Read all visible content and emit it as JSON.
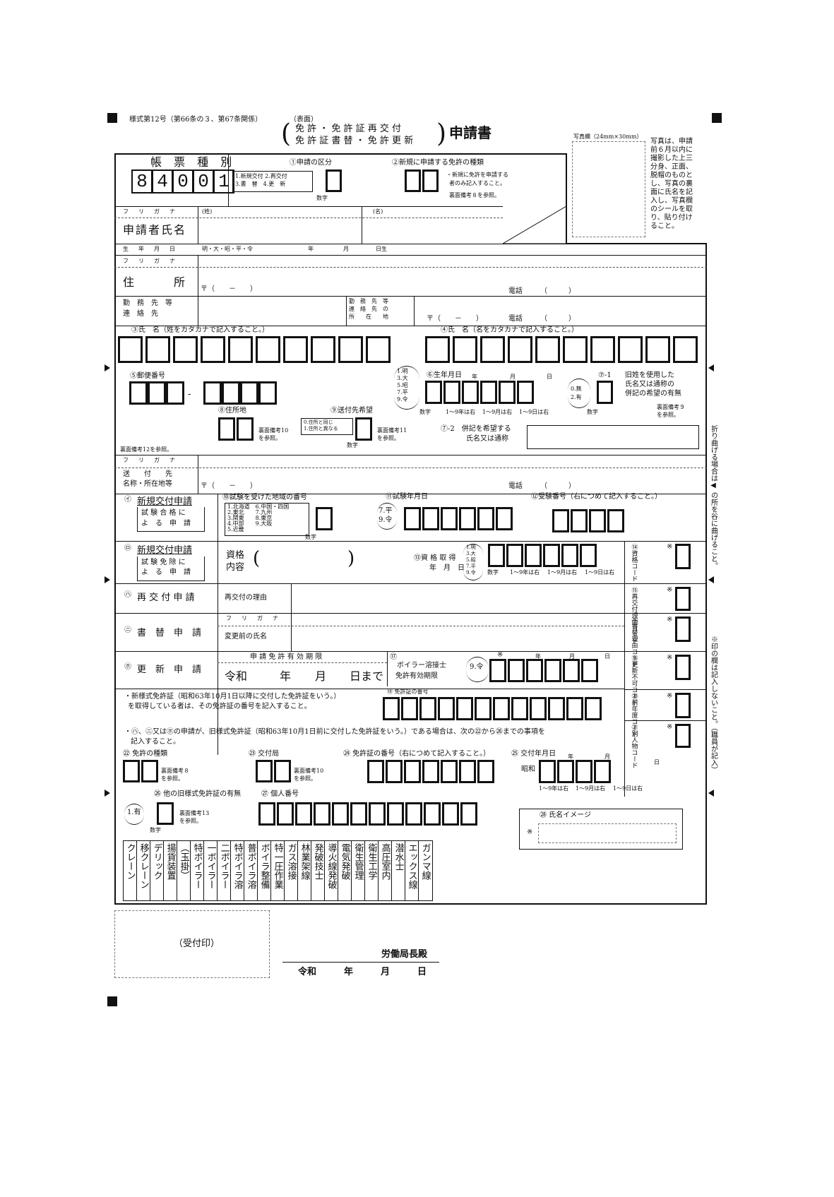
{
  "header": {
    "form_no": "様式第12号（第66条の３、第67条関係）",
    "side": "（表面）",
    "title_line1": "免 許 ・ 免 許 証 再 交 付",
    "title_line2": "免 許 証 書 替 ・ 免 許 更 新",
    "title_suffix": "申請書"
  },
  "photo": {
    "label": "写真欄（24mm×30mm）",
    "note": [
      "写真は、申請",
      "前６月以内に",
      "撮影した上三",
      "分身、正面、",
      "脱帽のものと",
      "し、写真の裏",
      "面に氏名を記",
      "入し、写真欄",
      "のシールを取",
      "り、貼り付け",
      "ること。"
    ]
  },
  "form_type": {
    "label": "帳 票 種 別",
    "digits": [
      "8",
      "4",
      "0",
      "0",
      "1"
    ]
  },
  "section1": {
    "label": "①申請の区分",
    "opt1": "1.新規交付 2.再交付",
    "opt2": "3.書　替　4.更　新",
    "digit_hint": "数字"
  },
  "section2": {
    "label": "②新規に申請する免許の種類",
    "note1": "・新規に免許を申請する",
    "note2": "者のみ記入すること。",
    "note3": "裏面備考８を参照。"
  },
  "name_rows": {
    "furigana": "フ　リ　ガ　ナ",
    "sei": "(姓)",
    "mei": "(名)",
    "applicant": "申請者氏名",
    "birth": "生　年　月　日",
    "birth_era": "明・大・昭・平・令",
    "year": "年",
    "month": "月",
    "day_birth": "日生",
    "address_furigana": "フ　リ　ガ　ナ",
    "address": "住　　　所",
    "postal": "〒（　　－　　）",
    "phone": "電話　　　（　　　）",
    "work1": "勤　務　先　等",
    "work2": "連　絡　先",
    "work_loc1": "勤　務　先　等",
    "work_loc2": "連　絡　先　の",
    "work_loc3": "所　　在　　地",
    "work_postal": "〒（　　－　　）",
    "work_phone": "電話　　　（　　　）"
  },
  "section3": {
    "label3": "③氏　名（姓をカタカナで記入すること。）",
    "label4": "④氏　名（名をカタカナで記入すること。）"
  },
  "section5": {
    "postal_label": "⑤郵便番号",
    "era_options": [
      "1.明",
      "3.大",
      "5.昭",
      "7.平",
      "9.令"
    ],
    "birth_label": "⑥生年月日",
    "ymd": [
      "年",
      "月",
      "日"
    ],
    "range_hints": [
      "1～9年は右",
      "1～9月は右",
      "1～9日は右"
    ],
    "digit_hint": "数字",
    "q71": "⑦-1",
    "q71_options": [
      "0.無",
      "2.有"
    ],
    "q71_text": [
      "旧姓を使用した",
      "氏名又は通称の",
      "併記の希望の有無"
    ],
    "q71_ref": [
      "裏面備考９",
      "を参照。"
    ],
    "residence": "⑧住所地",
    "ref10": [
      "裏面備考10",
      "を参照。"
    ],
    "send": "⑨送付先希望",
    "send_opts": [
      "0.住所と同じ",
      "1.住所と異なる"
    ],
    "ref11": [
      "裏面備考11",
      "を参照。"
    ],
    "q72": "⑦-2　併記を希望する",
    "q72b": "氏名又は通称",
    "ref12": "裏面備考12を参照。"
  },
  "send_to": {
    "furigana": "フ　リ　ガ　ナ",
    "label1": "送　　付　　先",
    "label2": "名称・所在地等",
    "postal": "〒（　　－　　）",
    "phone": "電話　　　（　　　）"
  },
  "new_exam": {
    "circle": "㋑",
    "title": "新規交付申請",
    "sub1": "試 験 合 格 に",
    "sub2": "よ　る　申　請",
    "region_label": "⑩試験を受けた地域の番号",
    "regions": [
      "1.北海道　6.中国・四国",
      "2.東北　　7.九州",
      "3.関東　　8.東京",
      "4.中部　　9.大阪",
      "5.近畿"
    ],
    "exam_date": "⑪試験年月日",
    "era_opts": [
      "7.平",
      "9.令"
    ],
    "exam_no": "⑫受験番号（右につめて記入すること。）"
  },
  "new_exempt": {
    "circle": "㋺",
    "title": "新規交付申請",
    "sub1": "試 験 免 除 に",
    "sub2": "よ　る　申　請",
    "qual1": "資格",
    "qual2": "内容",
    "acq1": "⑬資 格 取 得",
    "acq2": "年　月　日",
    "code": [
      "⑭",
      "資",
      "格",
      "コ",
      "ー",
      "ド"
    ]
  },
  "reissue": {
    "circle": "㋩",
    "title": "再 交 付 申 請",
    "reason": "再交付の理由",
    "code": "⑮再交付理由コード"
  },
  "rewrite": {
    "circle": "㋥",
    "title": "書　替　申　請",
    "furigana": "フ　リ　ガ　ナ",
    "prev_name": "変更前の氏名",
    "code": "⑯書替理由コード"
  },
  "renew": {
    "circle": "㋭",
    "title": "更　新　申　請",
    "validity": "申 請 免 許 有 効 期 限",
    "reiwa": "令和",
    "year": "年",
    "month": "月",
    "until": "日まで",
    "q17": "⑰",
    "welder1": "ボイラー溶接士",
    "welder2": "免許有効期限",
    "era": "9.令",
    "ymd": [
      "年",
      "月",
      "日"
    ],
    "code": "⑱更新不可コード"
  },
  "license_no": {
    "note1": "・新様式免許証（昭和63年10月1日以降に交付した免許証をいう。）",
    "note2": "を取得している者は、その免許証の番号を記入すること。",
    "label": "⑲ 免許証の番号",
    "prev_year": "⑳前年度コード",
    "other": "㉑別人物コード",
    "note3": "・㋩、㋥又は㋭の申請が、旧様式免許証（昭和63年10月1日前に交付した免許証をいう。）である場合は、次の㉒から㉖までの事項を",
    "note4": "記入すること。"
  },
  "old_license": {
    "kind": "㉒ 免許の種類",
    "ref8": [
      "裏面備考８",
      "を参照。"
    ],
    "office": "㉓ 交付局",
    "ref10": [
      "裏面備考10",
      "を参照。"
    ],
    "number": "㉔ 免許証の番号（右につめて記入すること。）",
    "date": "㉕ 交付年月日",
    "showa": "昭和",
    "ymd": [
      "年",
      "月",
      "日"
    ],
    "ranges": [
      "1～9年は右",
      "1～9月は右",
      "1～9日は右"
    ],
    "other": "㉖ 他の旧様式免許証の有無",
    "other_opt": "1.有",
    "ref13": [
      "裏面備考13",
      "を参照。"
    ],
    "digit_hint": "数字",
    "personal": "㉗ 個人番号",
    "name_image": "㉘ 氏名イメージ"
  },
  "license_kinds": [
    "クレーン",
    "移クレーン",
    "デリック",
    "揚貨装置",
    "（玉掛）",
    "特ボイラー",
    "一ボイラー",
    "二ボイラー",
    "特ボイラ溶",
    "普ボイラ溶",
    "ボイラ整備",
    "特一圧作業",
    "ガス溶接",
    "林業架線",
    "発破技士",
    "導火線発破",
    "電気発破",
    "衛生管理",
    "衛生工学",
    "高圧室内",
    "潜水士",
    "エックス線",
    "ガンマ線"
  ],
  "side_notes": {
    "fold": "折り曲げる場合は◀ の所を谷に曲げること。",
    "staff": "※印の欄は記入しないこと。（職員が記入）"
  },
  "footer": {
    "receipt": "（受付印）",
    "bureau": "労働局長殿",
    "date": "令和　　　年　　　月　　　日"
  }
}
